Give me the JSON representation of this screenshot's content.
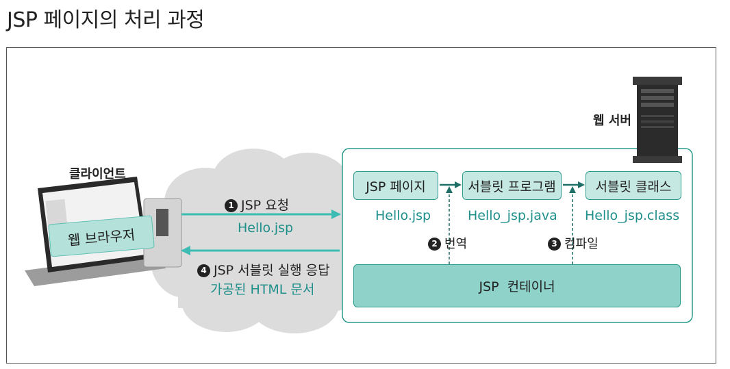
{
  "title": "JSP 페이지의 처리 과정",
  "client": {
    "label": "클라이언트",
    "browser": "웹 브라우저"
  },
  "server": {
    "label": "웹 서버"
  },
  "request": {
    "step": "1",
    "label": "JSP 요청",
    "file": "Hello.jsp"
  },
  "response": {
    "step": "4",
    "label": "JSP 서블릿 실행 응답",
    "detail": "가공된 HTML 문서"
  },
  "container": {
    "jsp_page": "JSP 페이지",
    "servlet_program": "서블릿 프로그램",
    "servlet_class": "서블릿 클래스",
    "jsp_file": "Hello.jsp",
    "java_file": "Hello_jsp.java",
    "class_file": "Hello_jsp.class",
    "translate": {
      "step": "2",
      "label": "번역"
    },
    "compile": {
      "step": "3",
      "label": "컴파일"
    },
    "name": "JSP  컨테이너"
  },
  "colors": {
    "accent": "#2a9b8c",
    "box_fill": "#c6e8e2",
    "container_fill": "#8fd2c9",
    "cloud": "#dcdcdc"
  }
}
